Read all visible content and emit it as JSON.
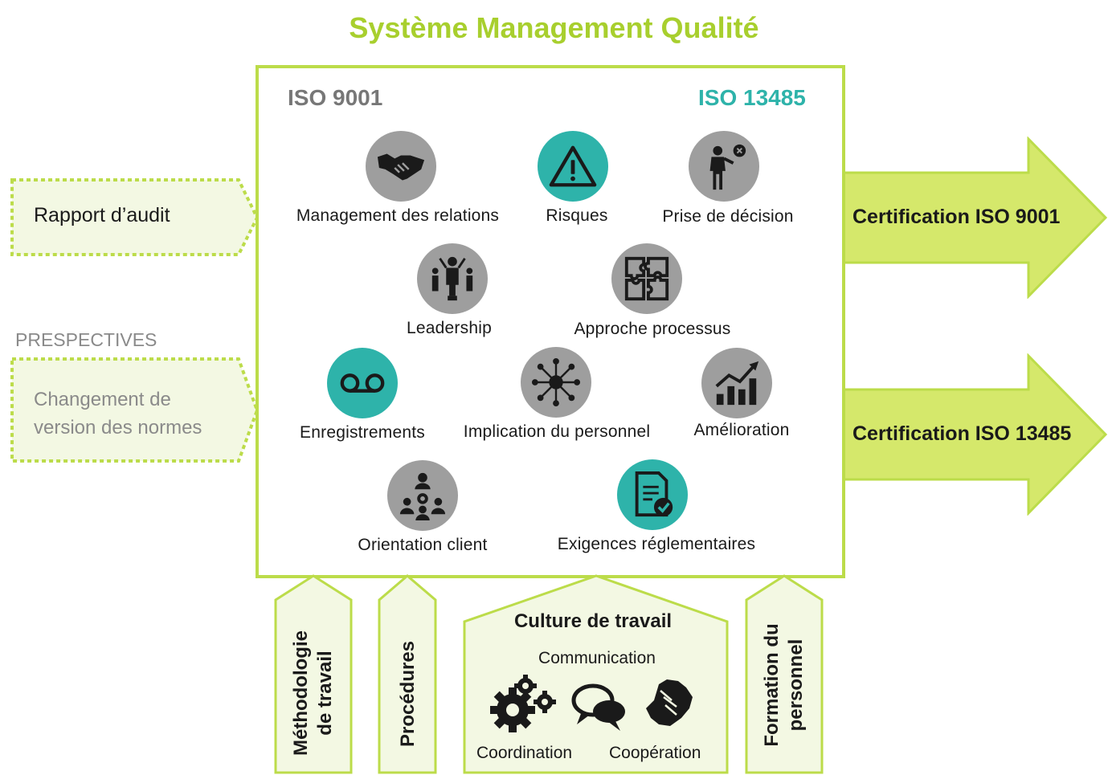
{
  "title": "Système Management Qualité",
  "standards": {
    "iso9001": "ISO 9001",
    "iso13485": "ISO 13485"
  },
  "colors": {
    "accent_green": "#a8cf2e",
    "border_green": "#bcdc4a",
    "fill_green": "#d5e86b",
    "pale_green": "#f3f8e3",
    "teal": "#2eb3aa",
    "gray": "#9e9e9e"
  },
  "inputs": {
    "audit_report": "Rapport d’audit",
    "perspectives_heading": "PRESPECTIVES",
    "norm_change_line1": "Changement de",
    "norm_change_line2": "version des normes"
  },
  "principles": [
    {
      "label": "Management des relations",
      "icon": "handshake-icon",
      "standard": "iso9001"
    },
    {
      "label": "Risques",
      "icon": "warning-icon",
      "standard": "iso13485"
    },
    {
      "label": "Prise de décision",
      "icon": "decision-person-icon",
      "standard": "iso9001"
    },
    {
      "label": "Leadership",
      "icon": "leader-group-icon",
      "standard": "iso9001"
    },
    {
      "label": "Approche processus",
      "icon": "puzzle-icon",
      "standard": "iso9001"
    },
    {
      "label": "Enregistrements",
      "icon": "voicemail-icon",
      "standard": "iso13485"
    },
    {
      "label": "Implication du personnel",
      "icon": "network-hub-icon",
      "standard": "iso9001"
    },
    {
      "label": "Amélioration",
      "icon": "growth-chart-icon",
      "standard": "iso9001"
    },
    {
      "label": "Orientation client",
      "icon": "customer-network-icon",
      "standard": "iso9001"
    },
    {
      "label": "Exigences réglementaires",
      "icon": "document-check-icon",
      "standard": "iso13485"
    }
  ],
  "outputs": {
    "cert_9001": "Certification ISO 9001",
    "cert_13485": "Certification ISO 13485"
  },
  "supports": {
    "methodology_line1": "Méthodologie",
    "methodology_line2": "de travail",
    "procedures": "Procédures",
    "culture": {
      "title": "Culture de travail",
      "communication": "Communication",
      "coordination": "Coordination",
      "cooperation": "Coopération"
    },
    "training_line1": "Formation du",
    "training_line2": "personnel"
  }
}
